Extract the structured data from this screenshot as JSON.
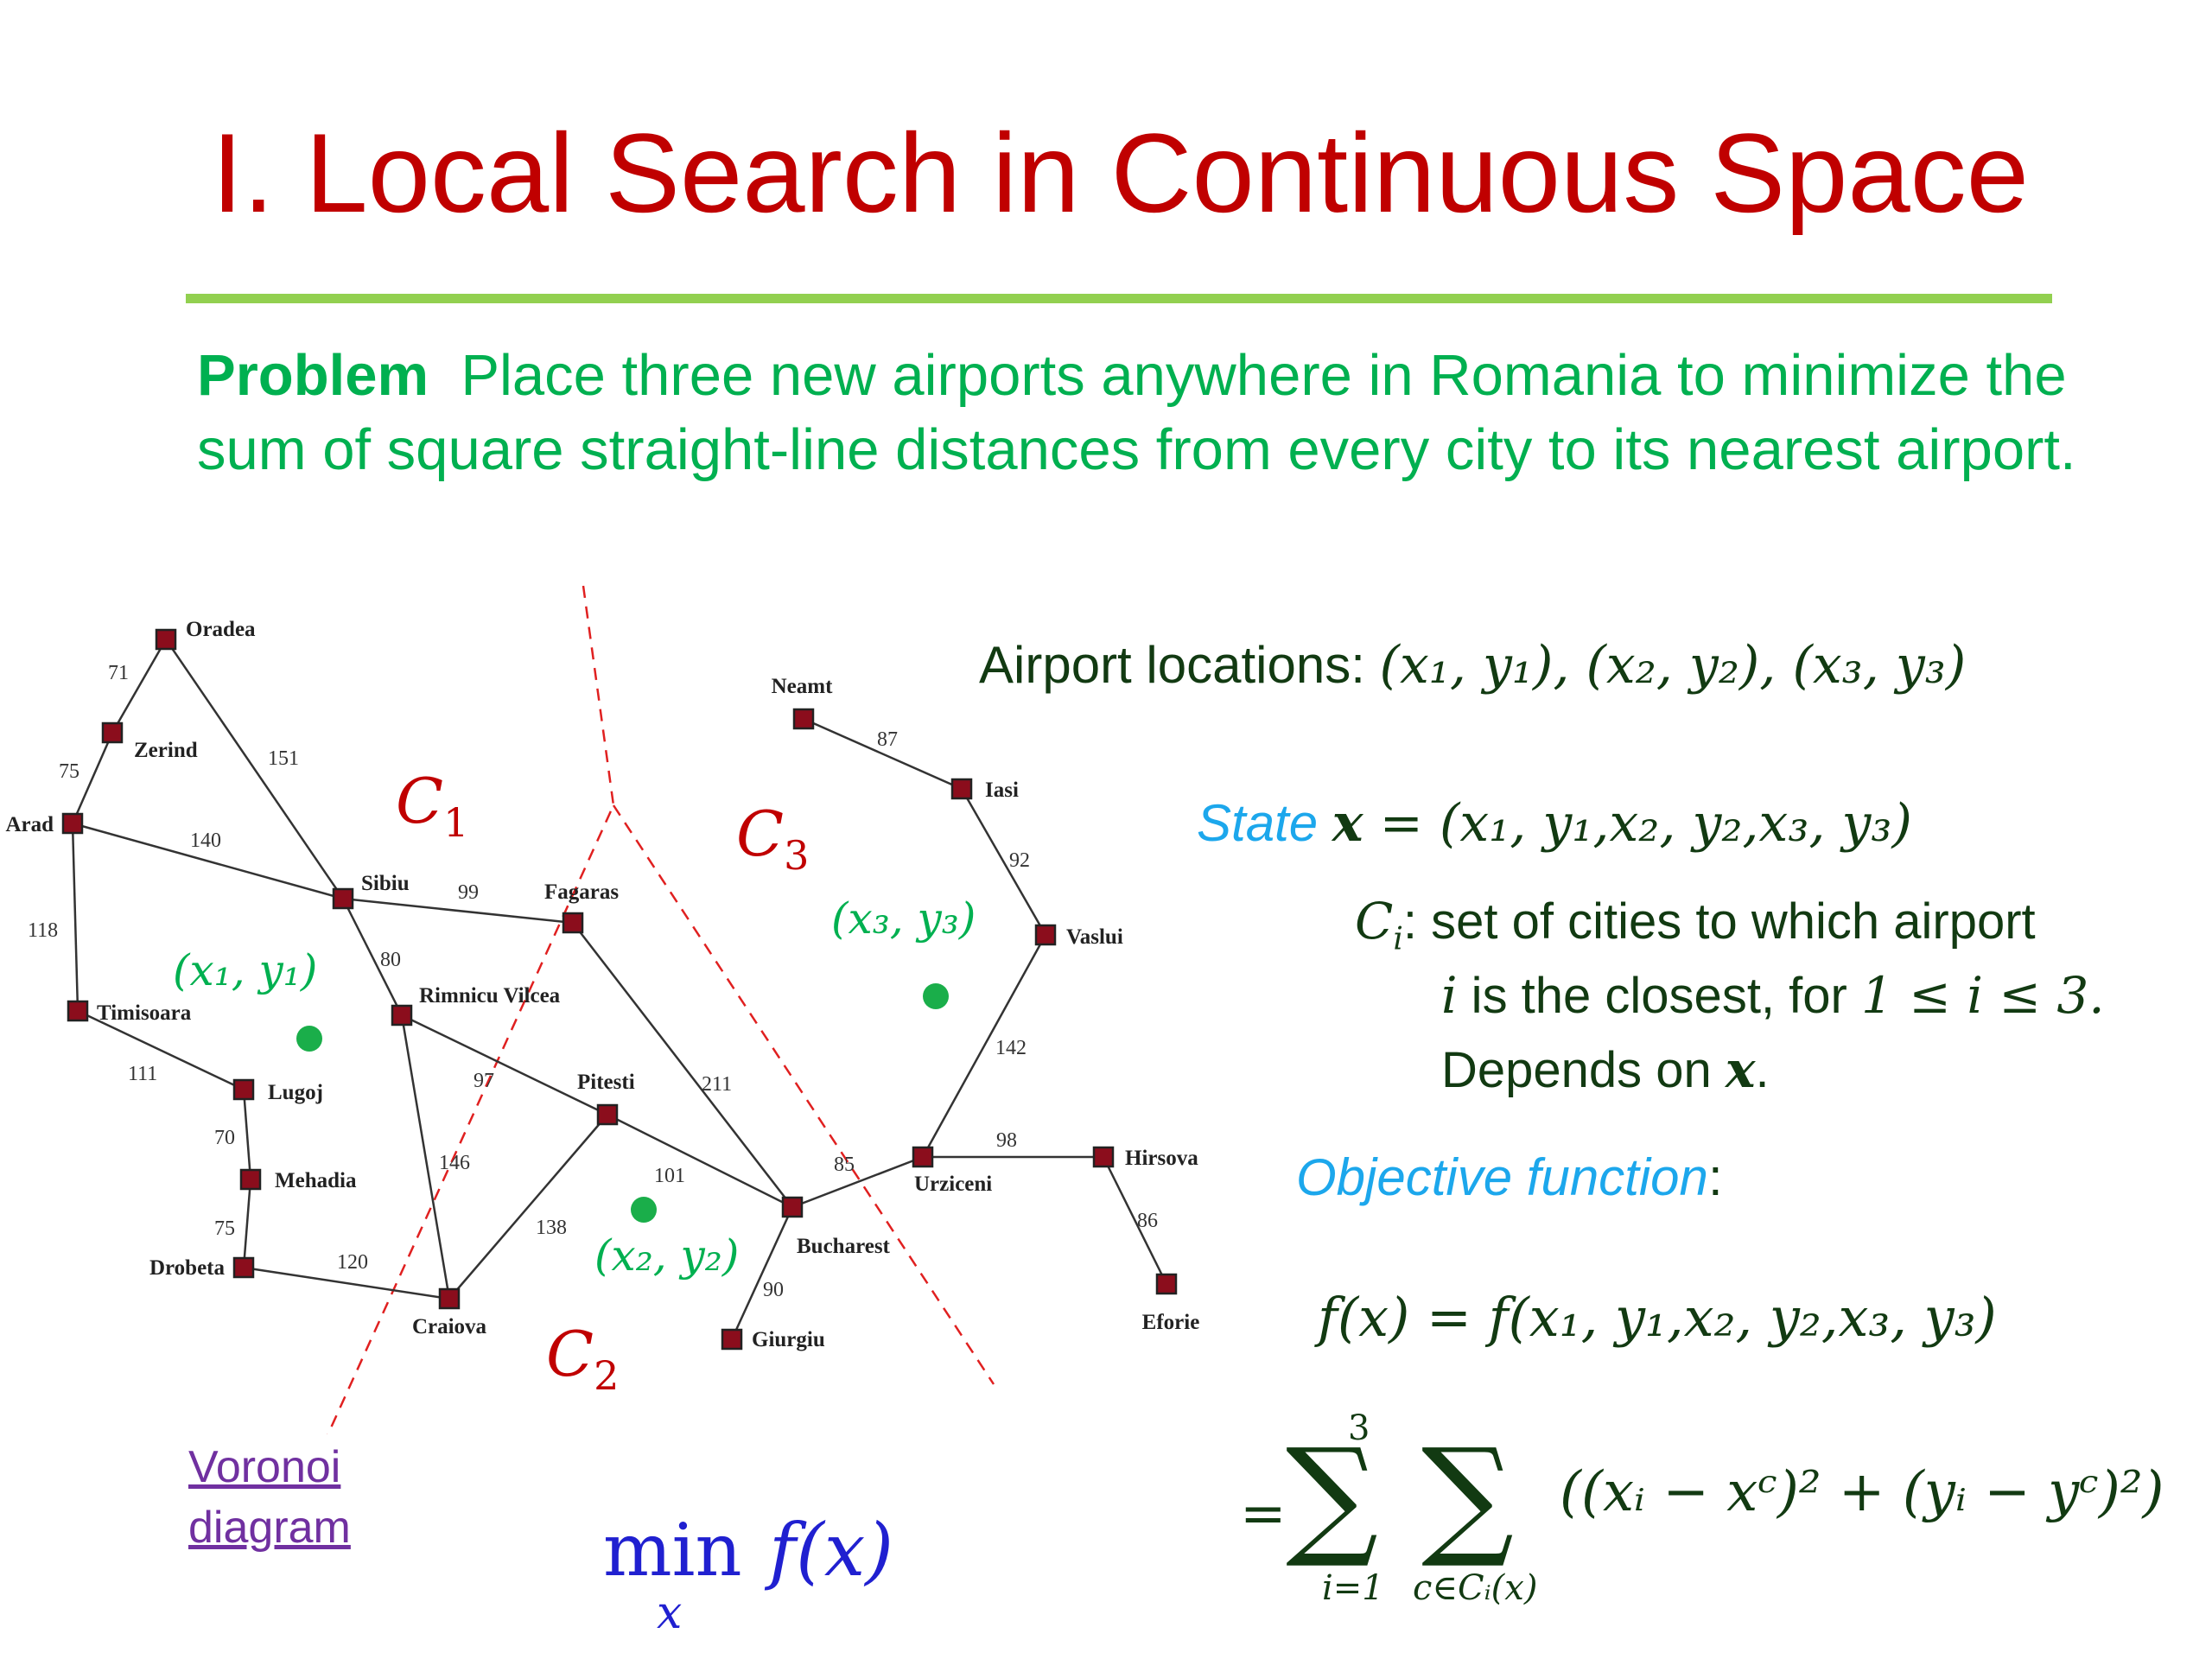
{
  "title": "I. Local Search in Continuous Space",
  "problem": {
    "label": "Problem",
    "text": "Place three new airports anywhere in Romania to minimize the sum of square straight-line distances from every city to its nearest airport."
  },
  "map": {
    "cities": [
      {
        "id": "oradea",
        "name": "Oradea"
      },
      {
        "id": "zerind",
        "name": "Zerind"
      },
      {
        "id": "arad",
        "name": "Arad"
      },
      {
        "id": "timisoara",
        "name": "Timisoara"
      },
      {
        "id": "lugoj",
        "name": "Lugoj"
      },
      {
        "id": "mehadia",
        "name": "Mehadia"
      },
      {
        "id": "drobeta",
        "name": "Drobeta"
      },
      {
        "id": "craiova",
        "name": "Craiova"
      },
      {
        "id": "sibiu",
        "name": "Sibiu"
      },
      {
        "id": "rimnicu",
        "name": "Rimnicu Vilcea"
      },
      {
        "id": "fagaras",
        "name": "Fagaras"
      },
      {
        "id": "pitesti",
        "name": "Pitesti"
      },
      {
        "id": "bucharest",
        "name": "Bucharest"
      },
      {
        "id": "giurgiu",
        "name": "Giurgiu"
      },
      {
        "id": "urziceni",
        "name": "Urziceni"
      },
      {
        "id": "hirsova",
        "name": "Hirsova"
      },
      {
        "id": "eforie",
        "name": "Eforie"
      },
      {
        "id": "vaslui",
        "name": "Vaslui"
      },
      {
        "id": "iasi",
        "name": "Iasi"
      },
      {
        "id": "neamt",
        "name": "Neamt"
      }
    ],
    "roads": [
      {
        "from": "oradea",
        "to": "zerind",
        "distance": "71"
      },
      {
        "from": "zerind",
        "to": "arad",
        "distance": "75"
      },
      {
        "from": "oradea",
        "to": "sibiu",
        "distance": "151"
      },
      {
        "from": "arad",
        "to": "sibiu",
        "distance": "140"
      },
      {
        "from": "arad",
        "to": "timisoara",
        "distance": "118"
      },
      {
        "from": "timisoara",
        "to": "lugoj",
        "distance": "111"
      },
      {
        "from": "lugoj",
        "to": "mehadia",
        "distance": "70"
      },
      {
        "from": "mehadia",
        "to": "drobeta",
        "distance": "75"
      },
      {
        "from": "drobeta",
        "to": "craiova",
        "distance": "120"
      },
      {
        "from": "sibiu",
        "to": "fagaras",
        "distance": "99"
      },
      {
        "from": "sibiu",
        "to": "rimnicu",
        "distance": "80"
      },
      {
        "from": "rimnicu",
        "to": "pitesti",
        "distance": "97"
      },
      {
        "from": "rimnicu",
        "to": "craiova",
        "distance": "146"
      },
      {
        "from": "craiova",
        "to": "pitesti",
        "distance": "138"
      },
      {
        "from": "pitesti",
        "to": "bucharest",
        "distance": "101"
      },
      {
        "from": "fagaras",
        "to": "bucharest",
        "distance": "211"
      },
      {
        "from": "bucharest",
        "to": "giurgiu",
        "distance": "90"
      },
      {
        "from": "bucharest",
        "to": "urziceni",
        "distance": "85"
      },
      {
        "from": "urziceni",
        "to": "hirsova",
        "distance": "98"
      },
      {
        "from": "hirsova",
        "to": "eforie",
        "distance": "86"
      },
      {
        "from": "urziceni",
        "to": "vaslui",
        "distance": "142"
      },
      {
        "from": "vaslui",
        "to": "iasi",
        "distance": "92"
      },
      {
        "from": "iasi",
        "to": "neamt",
        "distance": "87"
      }
    ],
    "regions": [
      {
        "name": "C",
        "sub": "1"
      },
      {
        "name": "C",
        "sub": "2"
      },
      {
        "name": "C",
        "sub": "3"
      }
    ],
    "airports": [
      {
        "label": "(x₁, y₁)"
      },
      {
        "label": "(x₂, y₂)"
      },
      {
        "label": "(x₃, y₃)"
      }
    ]
  },
  "airport_locations": {
    "label": "Airport locations: ",
    "value": "(x₁, y₁), (x₂, y₂), (x₃, y₃)"
  },
  "state": {
    "label": "State",
    "var": "x",
    "value": " = (x₁, y₁,x₂, y₂,x₃, y₃)"
  },
  "ci": {
    "symbol": "C",
    "sub": "i",
    "line1": ": set of cities to which airport",
    "line2_var": "i",
    "line2": " is the closest, for ",
    "line2_math": "1 ≤ i ≤ 3.",
    "line3": "Depends on ",
    "line3_var": "x",
    "line3_end": "."
  },
  "objective": {
    "label": "Objective function",
    "suffix": ":"
  },
  "formula": {
    "line1": "f(x) = f(x₁, y₁,x₂, y₂,x₃, y₃)",
    "eq": "=",
    "sum1_upper": "3",
    "sum1_lower": "i=1",
    "sum2_lower": "c∈Cᵢ(x)",
    "summand": "((xᵢ − xᶜ)² + (yᵢ − yᶜ)²)"
  },
  "voronoi_link": {
    "line1": "Voronoi",
    "line2": "diagram"
  },
  "min_expr": {
    "op": "min",
    "sub": "x",
    "fx": "f(x)"
  },
  "colors": {
    "title": "#c00000",
    "problem": "#00b050",
    "rule": "#92d050",
    "voronoi": "#e02020",
    "blue_label": "#1ca7ec",
    "link": "#7030a0",
    "min": "#2020d0"
  }
}
